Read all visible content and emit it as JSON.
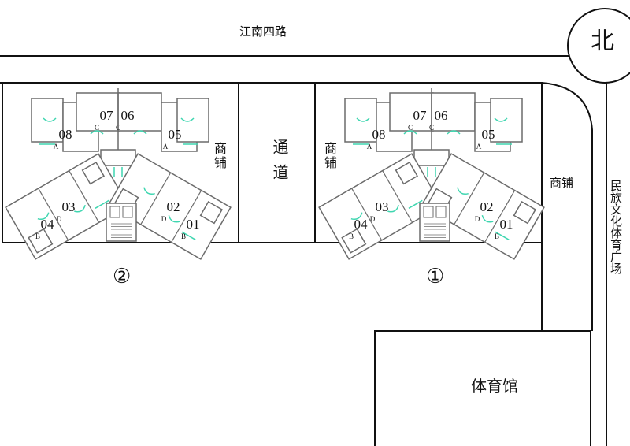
{
  "road_top": "江南四路",
  "north": "北",
  "passage": "通道",
  "shop_label": "商铺",
  "plaza": "民族文化体育广场",
  "gym": "体育馆",
  "buildings": [
    {
      "marker": "②",
      "units": [
        "01",
        "02",
        "03",
        "04",
        "05",
        "06",
        "07",
        "08"
      ],
      "types": [
        "B",
        "D",
        "D",
        "B",
        "A",
        "C",
        "C",
        "A"
      ]
    },
    {
      "marker": "①",
      "units": [
        "01",
        "02",
        "03",
        "04",
        "05",
        "06",
        "07",
        "08"
      ],
      "types": [
        "B",
        "D",
        "D",
        "B",
        "A",
        "C",
        "C",
        "A"
      ]
    }
  ],
  "colors": {
    "line": "#111111",
    "wall": "#6b6b6b",
    "door": "#3fd6b0"
  }
}
